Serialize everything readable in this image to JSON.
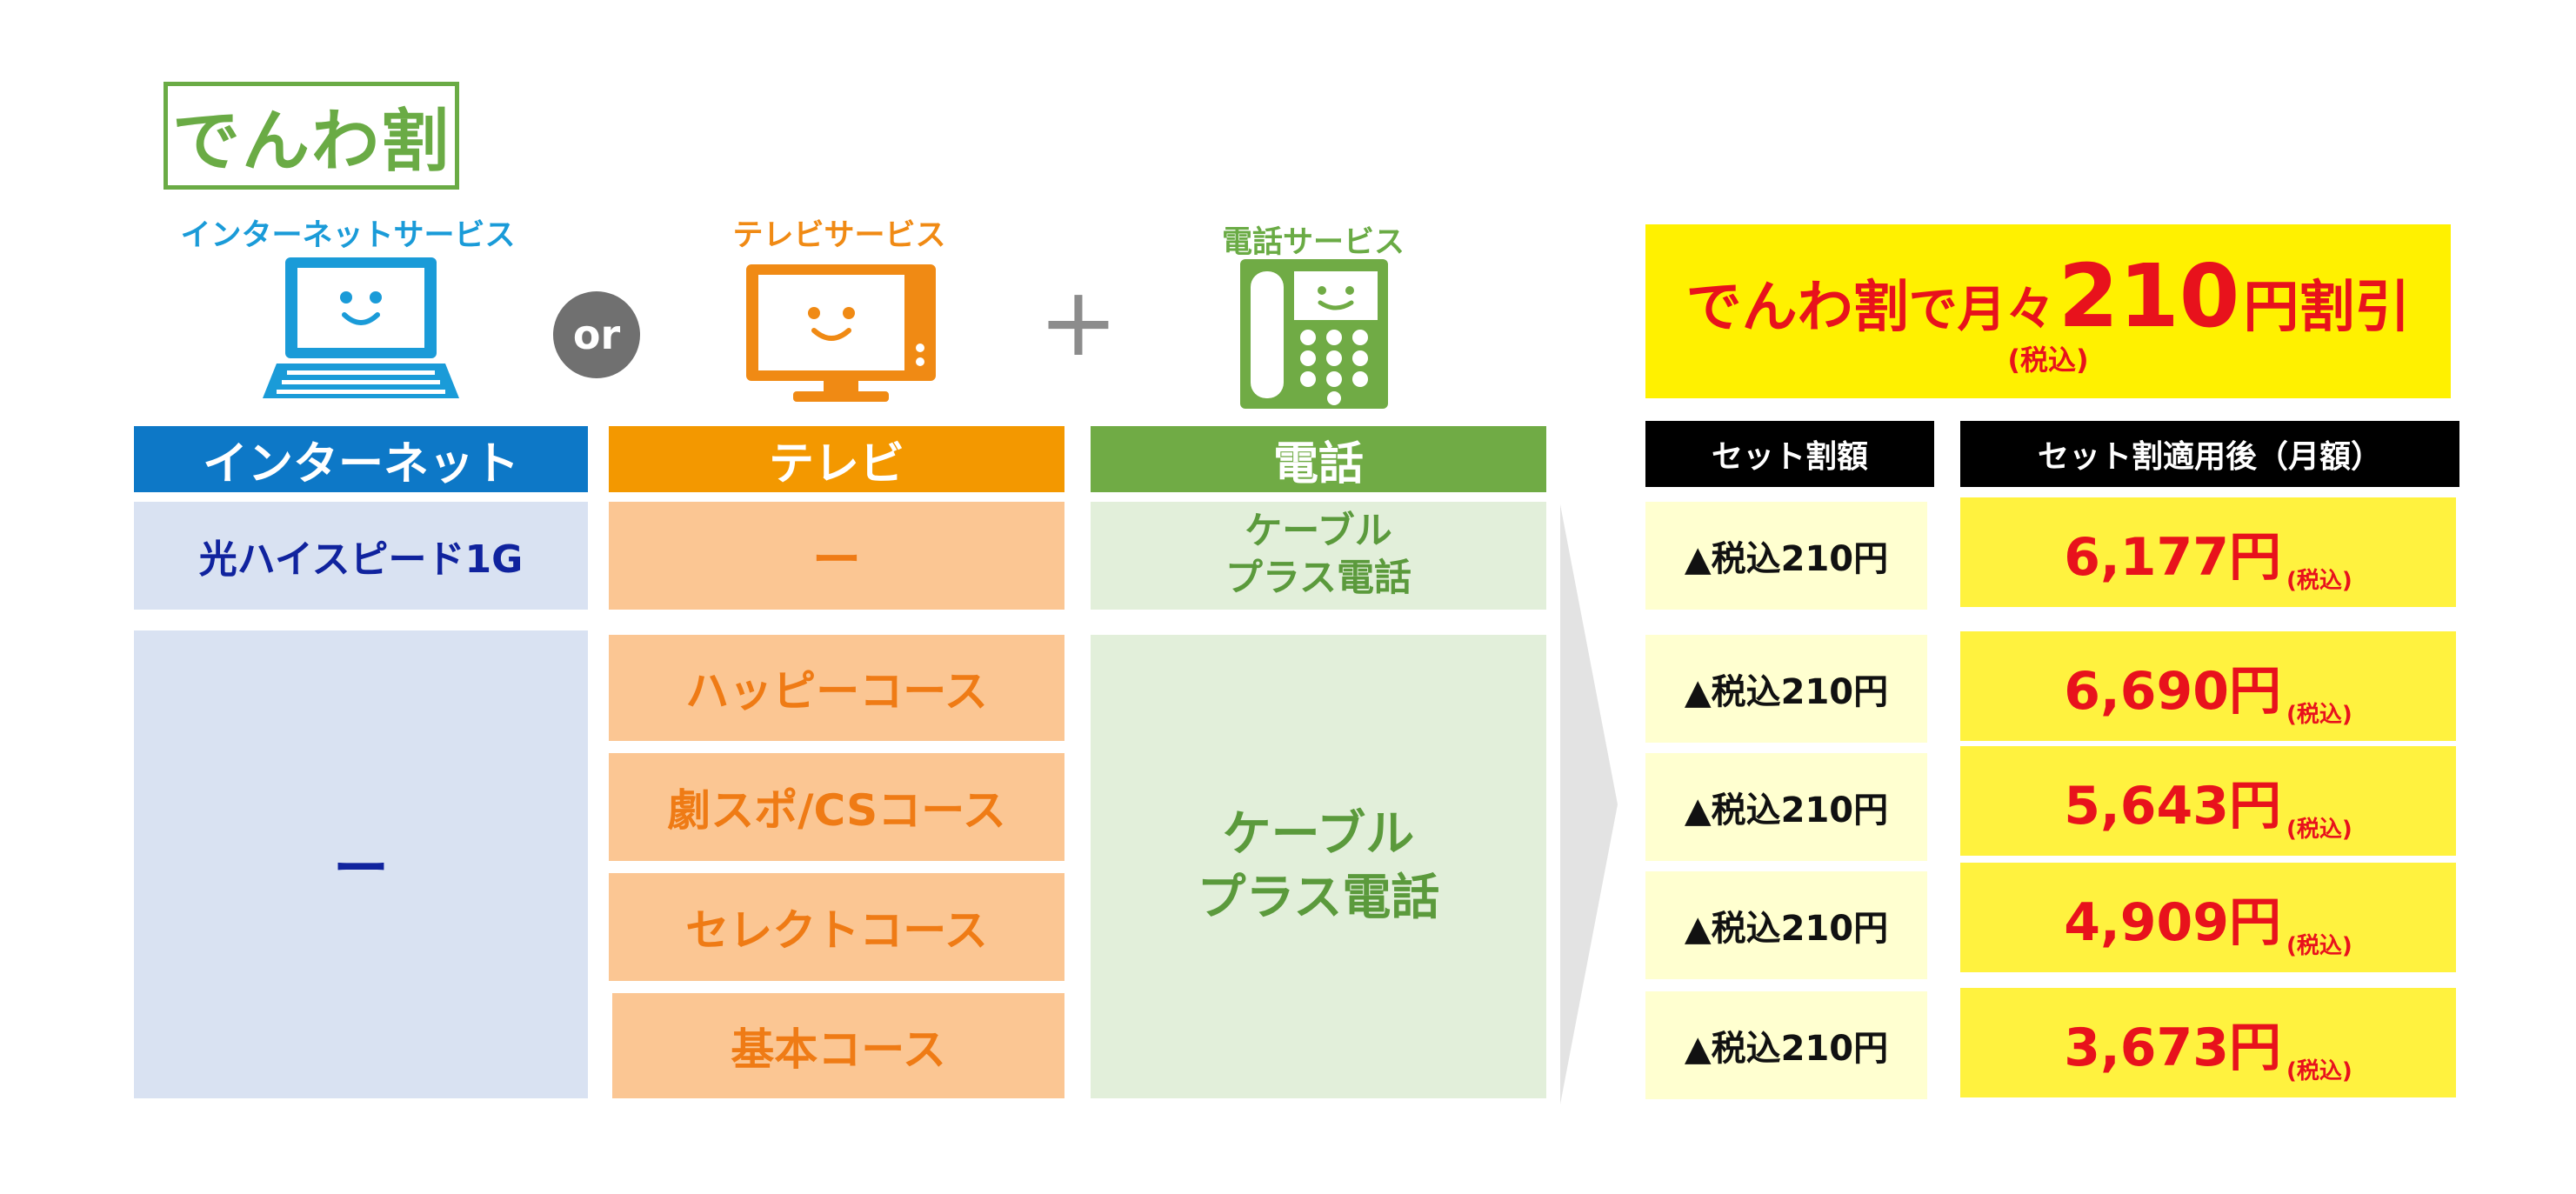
{
  "badge": "でんわ割",
  "service_labels": {
    "internet": "インターネットサービス",
    "tv": "テレビサービス",
    "phone": "電話サービス"
  },
  "or_text": "or",
  "plus_text": "+",
  "headers": {
    "internet": "インターネット",
    "tv": "テレビ",
    "phone": "電話"
  },
  "row1": {
    "internet": "光ハイスピード1G",
    "tv": "ー",
    "phone": [
      "ケーブル",
      "プラス電話"
    ]
  },
  "row2": {
    "internet": "ー",
    "tv_courses": [
      "ハッピーコース",
      "劇スポ/CSコース",
      "セレクトコース",
      "基本コース"
    ],
    "phone": [
      "ケーブル",
      "プラス電話"
    ]
  },
  "promo": {
    "prefix": "でんわ割",
    "middle": "で月々",
    "amount": "210",
    "suffix": "円割引",
    "note": "(税込)"
  },
  "right_headers": {
    "set_discount": "セット割額",
    "after_discount": "セット割適用後（月額）"
  },
  "discounts": [
    "▲税込210円",
    "▲税込210円",
    "▲税込210円",
    "▲税込210円",
    "▲税込210円"
  ],
  "prices": [
    "6,177円",
    "6,690円",
    "5,643円",
    "4,909円",
    "3,673円"
  ],
  "price_note": "(税込)",
  "colors": {
    "internet": "#0d78c7",
    "tv": "#f39800",
    "phone": "#70ab45",
    "promo_bg": "#fff100",
    "price_red": "#e8121c"
  }
}
